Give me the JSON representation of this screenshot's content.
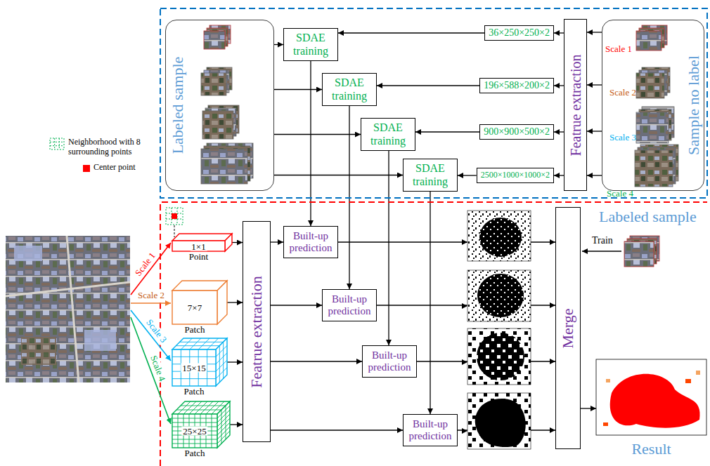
{
  "diagram": {
    "nodes": [
      {
        "text": [
          "Labeled sample"
        ]
      },
      {
        "text": [
          "SDAE training"
        ]
      },
      {
        "text": [
          "SDAE training"
        ]
      },
      {
        "text": [
          "SDAE training"
        ]
      },
      {
        "text": [
          "SDAE training"
        ]
      },
      {
        "text": [
          "36×250×250×2"
        ]
      },
      {
        "text": [
          "196×588×200×2"
        ]
      },
      {
        "text": [
          "900×900×500×2"
        ]
      },
      {
        "text": [
          "2500×1000×1000×2"
        ]
      },
      {
        "text": [
          "Featrue extraction"
        ]
      },
      {
        "text": [
          "Sample no label",
          "Scale 1",
          "Scale 2",
          "Scale 3",
          "Scale 4"
        ]
      },
      {
        "text": [
          "1×1",
          "Point"
        ]
      },
      {
        "text": [
          "7×7",
          "Patch"
        ]
      },
      {
        "text": [
          "15×15",
          "Patch"
        ]
      },
      {
        "text": [
          "25×25",
          "Patch"
        ]
      },
      {
        "text": [
          "Featrue extraction"
        ]
      },
      {
        "text": [
          "Built-up prediction"
        ]
      },
      {
        "text": [
          "Built-up prediction"
        ]
      },
      {
        "text": [
          "Built-up prediction"
        ]
      },
      {
        "text": [
          "Built-up prediction"
        ]
      },
      {
        "text": [
          "Merge"
        ]
      },
      {
        "text": [
          "Result"
        ]
      }
    ],
    "edges": [
      {
        "from": 5,
        "to": 1,
        "arrow": "to"
      },
      {
        "from": 6,
        "to": 2,
        "arrow": "to"
      },
      {
        "from": 7,
        "to": 3,
        "arrow": "to"
      },
      {
        "from": 8,
        "to": 4,
        "arrow": "to"
      },
      {
        "from": 9,
        "to": 5,
        "arrow": "to"
      },
      {
        "from": 9,
        "to": 6,
        "arrow": "to"
      },
      {
        "from": 9,
        "to": 7,
        "arrow": "to"
      },
      {
        "from": 9,
        "to": 8,
        "arrow": "to"
      },
      {
        "from": 10,
        "to": 9,
        "arrow": "to"
      },
      {
        "from": 10,
        "to": 9,
        "arrow": "to"
      },
      {
        "from": 10,
        "to": 9,
        "arrow": "to"
      },
      {
        "from": 10,
        "to": 9,
        "arrow": "to"
      },
      {
        "from": 0,
        "to": 1,
        "arrow": "to"
      },
      {
        "from": 0,
        "to": 2,
        "arrow": "to"
      },
      {
        "from": 0,
        "to": 3,
        "arrow": "to"
      },
      {
        "from": 0,
        "to": 4,
        "arrow": "to"
      },
      {
        "from": 1,
        "to": 16,
        "arrow": "to"
      },
      {
        "from": 2,
        "to": 17,
        "arrow": "to"
      },
      {
        "from": 3,
        "to": 18,
        "arrow": "to"
      },
      {
        "from": 4,
        "to": 19,
        "arrow": "to"
      },
      {
        "from": 11,
        "to": 15,
        "arrow": "to"
      },
      {
        "from": 12,
        "to": 15,
        "arrow": "to"
      },
      {
        "from": 13,
        "to": 15,
        "arrow": "to"
      },
      {
        "from": 14,
        "to": 15,
        "arrow": "to"
      },
      {
        "from": 15,
        "to": 16,
        "arrow": "to"
      },
      {
        "from": 15,
        "to": 17,
        "arrow": "to"
      },
      {
        "from": 15,
        "to": 18,
        "arrow": "to"
      },
      {
        "from": 15,
        "to": 19,
        "arrow": "to"
      },
      {
        "from": 16,
        "to": 20,
        "arrow": "to"
      },
      {
        "from": 17,
        "to": 20,
        "arrow": "to"
      },
      {
        "from": 18,
        "to": 20,
        "arrow": "to"
      },
      {
        "from": 19,
        "to": 20,
        "arrow": "to"
      },
      {
        "from": 20,
        "to": 21,
        "arrow": "to"
      }
    ],
    "labels": [
      "Scale 1",
      "Scale 2",
      "Scale 3",
      "Scale 4",
      "Labeled sample",
      "Train"
    ],
    "legend": [
      {
        "text": "Neighborhood with 8 surrounding points"
      },
      {
        "text": "Center point",
        "color": "#ff0000"
      }
    ]
  }
}
